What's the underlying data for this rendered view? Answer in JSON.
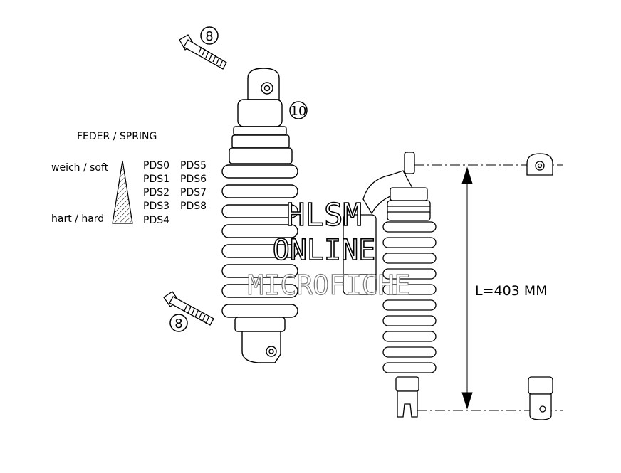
{
  "callouts": {
    "bolt_top": "8",
    "shock": "10",
    "bolt_bottom": "8"
  },
  "spring_table": {
    "title": "FEDER / SPRING",
    "soft_label": "weich / soft",
    "hard_label": "hart / hard",
    "col1": [
      "PDS0",
      "PDS1",
      "PDS2",
      "PDS3",
      "PDS4"
    ],
    "col2": [
      "PDS5",
      "PDS6",
      "PDS7",
      "PDS8"
    ]
  },
  "dimension": {
    "length_label": "L=403 MM"
  },
  "watermark": {
    "line1": "HLSM",
    "line2": "ONLINE",
    "line3": "MICROFICHE"
  }
}
